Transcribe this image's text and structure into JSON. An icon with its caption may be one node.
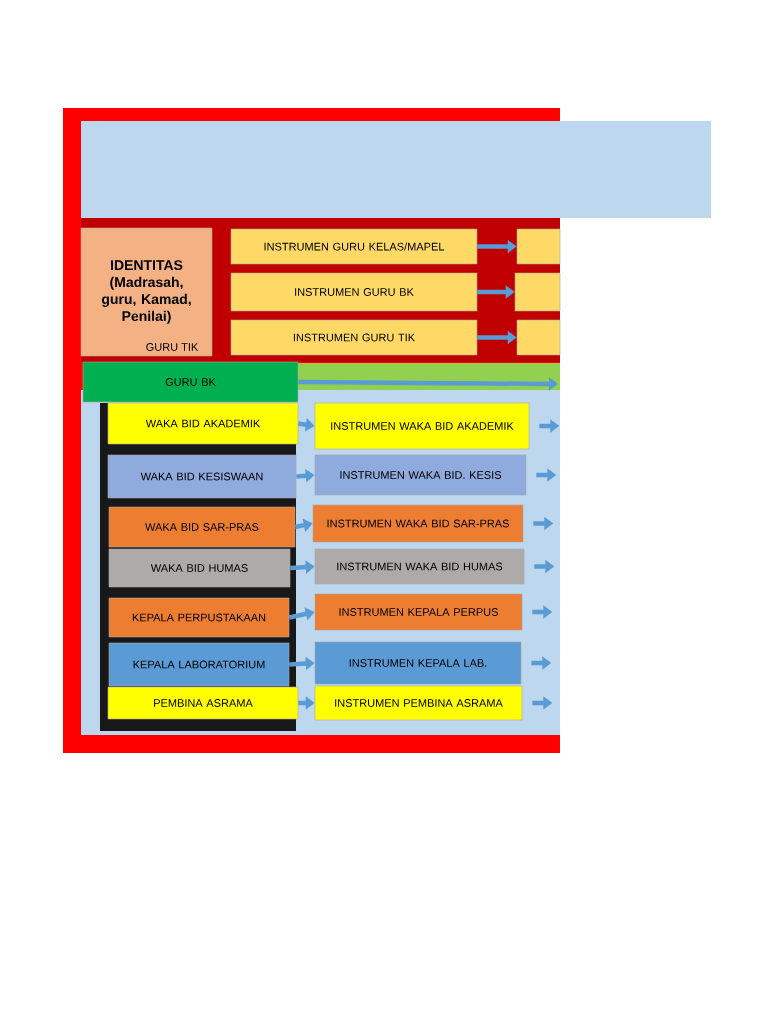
{
  "diagram": {
    "nodes": [
      {
        "text": [],
        "shape": "box"
      },
      {
        "text": [
          "IDENTITAS (Madrasah, guru, Kamad, Penilai)"
        ]
      },
      {
        "text": [
          "INSTRUMEN GURU KELAS/MAPEL"
        ]
      },
      {
        "text": [
          "INSTRUMEN GURU BK"
        ]
      },
      {
        "text": [
          "INSTRUMEN GURU TIK"
        ]
      },
      {
        "text": [],
        "shape": "box"
      },
      {
        "text": [],
        "shape": "box"
      },
      {
        "text": [],
        "shape": "box"
      },
      {
        "text": [
          "GURU BK"
        ]
      },
      {
        "text": [
          "WAKA BID AKADEMIK"
        ]
      },
      {
        "text": [
          "INSTRUMEN WAKA BID AKADEMIK"
        ]
      },
      {
        "text": [
          "WAKA BID KESISWAAN"
        ]
      },
      {
        "text": [
          "INSTRUMEN WAKA BID. KESIS"
        ]
      },
      {
        "text": [
          "WAKA BID SAR-PRAS"
        ]
      },
      {
        "text": [
          "INSTRUMEN WAKA BID SAR-PRAS"
        ]
      },
      {
        "text": [
          "WAKA BID HUMAS"
        ]
      },
      {
        "text": [
          "INSTRUMEN WAKA BID HUMAS"
        ]
      },
      {
        "text": [
          "KEPALA PERPUSTAKAAN"
        ]
      },
      {
        "text": [
          "INSTRUMEN KEPALA PERPUS"
        ]
      },
      {
        "text": [
          "KEPALA LABORATORIUM"
        ]
      },
      {
        "text": [
          "INSTRUMEN KEPALA LAB."
        ]
      },
      {
        "text": [
          "PEMBINA ASRAMA"
        ]
      },
      {
        "text": [
          "INSTRUMEN PEMBINA ASRAMA"
        ]
      }
    ],
    "edges": [
      {
        "from": 2,
        "to": 5,
        "arrow": "to"
      },
      {
        "from": 3,
        "to": 6,
        "arrow": "to"
      },
      {
        "from": 4,
        "to": 7,
        "arrow": "to"
      },
      {
        "from": 8,
        "to": null,
        "arrow": "to"
      },
      {
        "from": 9,
        "to": 10,
        "arrow": "to"
      },
      {
        "from": 10,
        "to": null,
        "arrow": "to"
      },
      {
        "from": 11,
        "to": 12,
        "arrow": "to"
      },
      {
        "from": 12,
        "to": null,
        "arrow": "to"
      },
      {
        "from": 13,
        "to": 14,
        "arrow": "to"
      },
      {
        "from": 14,
        "to": null,
        "arrow": "to"
      },
      {
        "from": 15,
        "to": 16,
        "arrow": "to"
      },
      {
        "from": 16,
        "to": null,
        "arrow": "to"
      },
      {
        "from": 17,
        "to": 18,
        "arrow": "to"
      },
      {
        "from": 18,
        "to": null,
        "arrow": "to"
      },
      {
        "from": 19,
        "to": 20,
        "arrow": "to"
      },
      {
        "from": 20,
        "to": null,
        "arrow": "to"
      },
      {
        "from": 21,
        "to": 22,
        "arrow": "to"
      },
      {
        "from": 22,
        "to": null,
        "arrow": "to"
      }
    ],
    "labels": [
      "GURU TIK"
    ]
  }
}
